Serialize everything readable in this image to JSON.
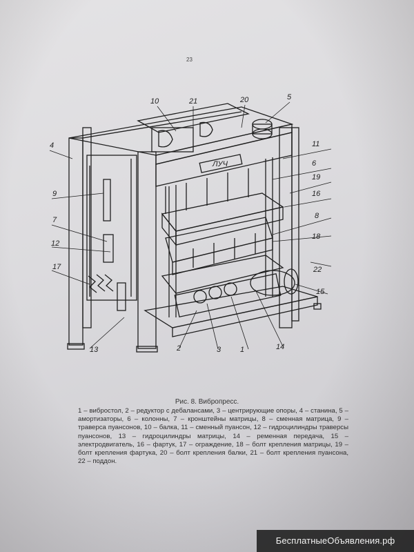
{
  "page_number": "23",
  "figure": {
    "callouts": [
      "10",
      "21",
      "20",
      "5",
      "4",
      "11",
      "6",
      "9",
      "19",
      "16",
      "7",
      "8",
      "12",
      "18",
      "22",
      "17",
      "15",
      "13",
      "2",
      "3",
      "1",
      "14"
    ],
    "machine_plate": "ЛУЧ"
  },
  "caption_title": "Рис. 8. Вибропресс.",
  "legend_text": "1 – вибростол, 2 – редуктор с дебалансами, 3 – центрирующие опоры, 4 – станина, 5 – амортизаторы, 6 – колонны, 7 – кронштейны матрицы, 8 – сменная матрица, 9 – траверса пуансонов, 10 – балка, 11 – сменный пуансон, 12 – гидроцилиндры траверсы пуансонов, 13 – гидроцилиндры матрицы, 14 – ременная передача, 15 – электродвигатель, 16 – фартук, 17 – ограждение, 18 – болт крепления матрицы, 19 – болт крепления фартука, 20 – болт крепления балки, 21 – болт крепления пуансона, 22 – поддон.",
  "watermark": "БесплатныеОбъявления.рф"
}
